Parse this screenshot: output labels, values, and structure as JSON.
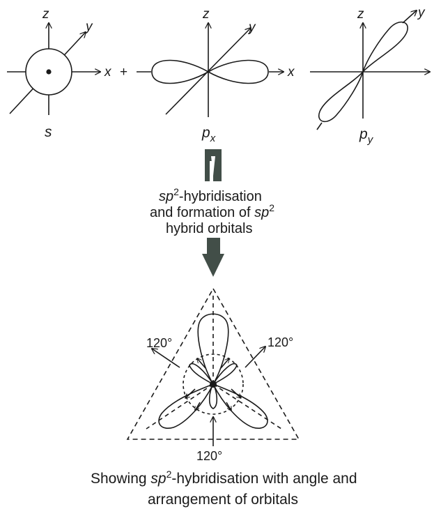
{
  "axes": {
    "x": "x",
    "y": "y",
    "z": "z"
  },
  "operator": "+",
  "orbitals": {
    "s": {
      "label": "s"
    },
    "px": {
      "base": "p",
      "sub": "x"
    },
    "py": {
      "base": "p",
      "sub": "y"
    }
  },
  "process": {
    "line1": {
      "italic": "sp",
      "sup": "2",
      "rest": "-hybridisation"
    },
    "line2": {
      "before": "and formation of ",
      "italic": "sp",
      "sup": "2"
    },
    "line3": "hybrid orbitals"
  },
  "angles": [
    "120°",
    "120°",
    "120°"
  ],
  "caption": {
    "line1": {
      "before": "Showing ",
      "italic": "sp",
      "sup": "2",
      "after": "-hybridisation with angle and"
    },
    "line2": "arrangement of orbitals"
  },
  "colors": {
    "arrow_fill": "#424e48",
    "line": "#1a1a1a"
  }
}
